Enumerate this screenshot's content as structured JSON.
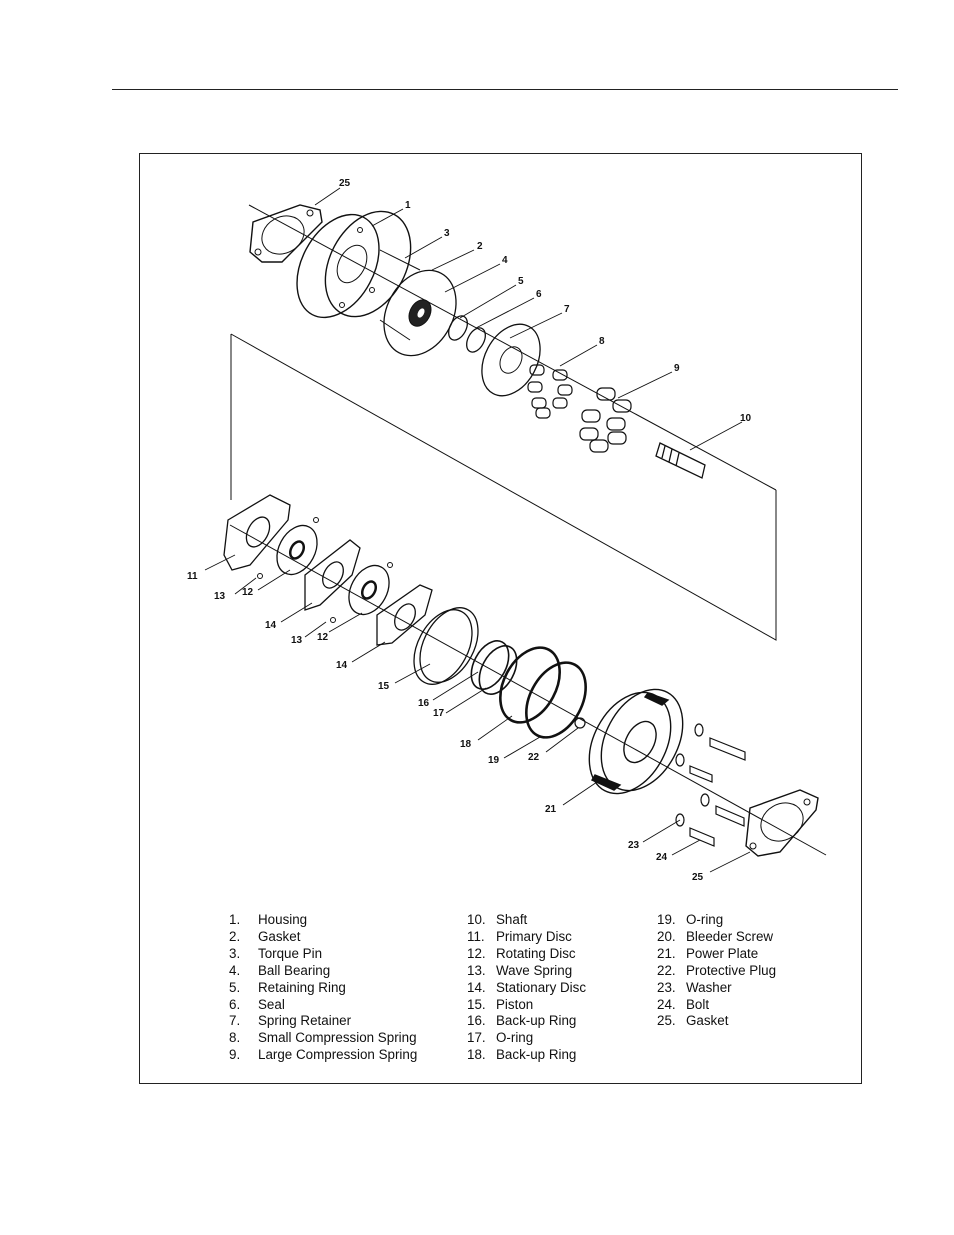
{
  "callouts": [
    "1",
    "2",
    "3",
    "4",
    "5",
    "6",
    "7",
    "8",
    "9",
    "10",
    "11",
    "12",
    "12",
    "13",
    "13",
    "14",
    "14",
    "15",
    "16",
    "17",
    "18",
    "19",
    "21",
    "22",
    "23",
    "24",
    "25",
    "25"
  ],
  "legend": {
    "col1": [
      {
        "num": "1.",
        "label": "Housing"
      },
      {
        "num": "2.",
        "label": "Gasket"
      },
      {
        "num": "3.",
        "label": "Torque Pin"
      },
      {
        "num": "4.",
        "label": "Ball Bearing"
      },
      {
        "num": "5.",
        "label": "Retaining Ring"
      },
      {
        "num": "6.",
        "label": "Seal"
      },
      {
        "num": "7.",
        "label": "Spring Retainer"
      },
      {
        "num": "8.",
        "label": "Small Compression Spring"
      },
      {
        "num": "9.",
        "label": "Large Compression Spring"
      }
    ],
    "col2": [
      {
        "num": "10.",
        "label": "Shaft"
      },
      {
        "num": "11.",
        "label": "Primary Disc"
      },
      {
        "num": "12.",
        "label": "Rotating Disc"
      },
      {
        "num": "13.",
        "label": "Wave Spring"
      },
      {
        "num": "14.",
        "label": "Stationary Disc"
      },
      {
        "num": "15.",
        "label": "Piston"
      },
      {
        "num": "16.",
        "label": "Back-up Ring"
      },
      {
        "num": "17.",
        "label": "O-ring"
      },
      {
        "num": "18.",
        "label": "Back-up Ring"
      }
    ],
    "col3": [
      {
        "num": "19.",
        "label": "O-ring"
      },
      {
        "num": "20.",
        "label": "Bleeder Screw"
      },
      {
        "num": "21.",
        "label": "Power Plate"
      },
      {
        "num": "22.",
        "label": "Protective Plug"
      },
      {
        "num": "23.",
        "label": "Washer"
      },
      {
        "num": "24.",
        "label": "Bolt"
      },
      {
        "num": "25.",
        "label": "Gasket"
      }
    ]
  }
}
